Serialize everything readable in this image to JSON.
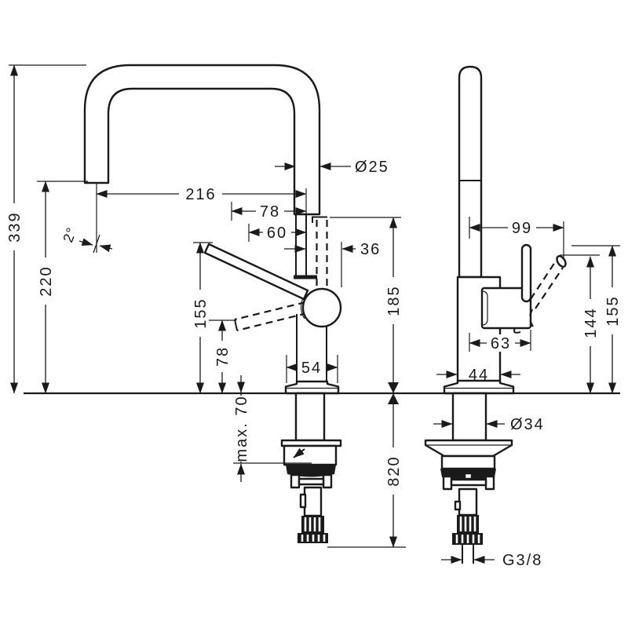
{
  "title": "Kitchen faucet technical dimension drawing, front and side views",
  "colors": {
    "line": "#1a1a1a",
    "background": "#ffffff"
  },
  "front_view": {
    "dimensions": {
      "total_height": "339",
      "spout_height": "220",
      "spout_angle": "2°",
      "spout_reach": "216",
      "reach_78": "78",
      "reach_60": "60",
      "offset_36": "36",
      "spout_diameter": "Ø25",
      "handle_up_height": "155",
      "handle_down_height": "78",
      "base_width": "54",
      "body_height": "185",
      "max_counter_thickness": "max. 70",
      "hose_length": "820"
    }
  },
  "side_view": {
    "dimensions": {
      "handle_reach": "99",
      "handle_length": "63",
      "body_depth": "44",
      "handle_tip_height": "144",
      "handle_top_height": "155",
      "shank_diameter": "Ø34",
      "connection_thread": "G3/8"
    }
  }
}
